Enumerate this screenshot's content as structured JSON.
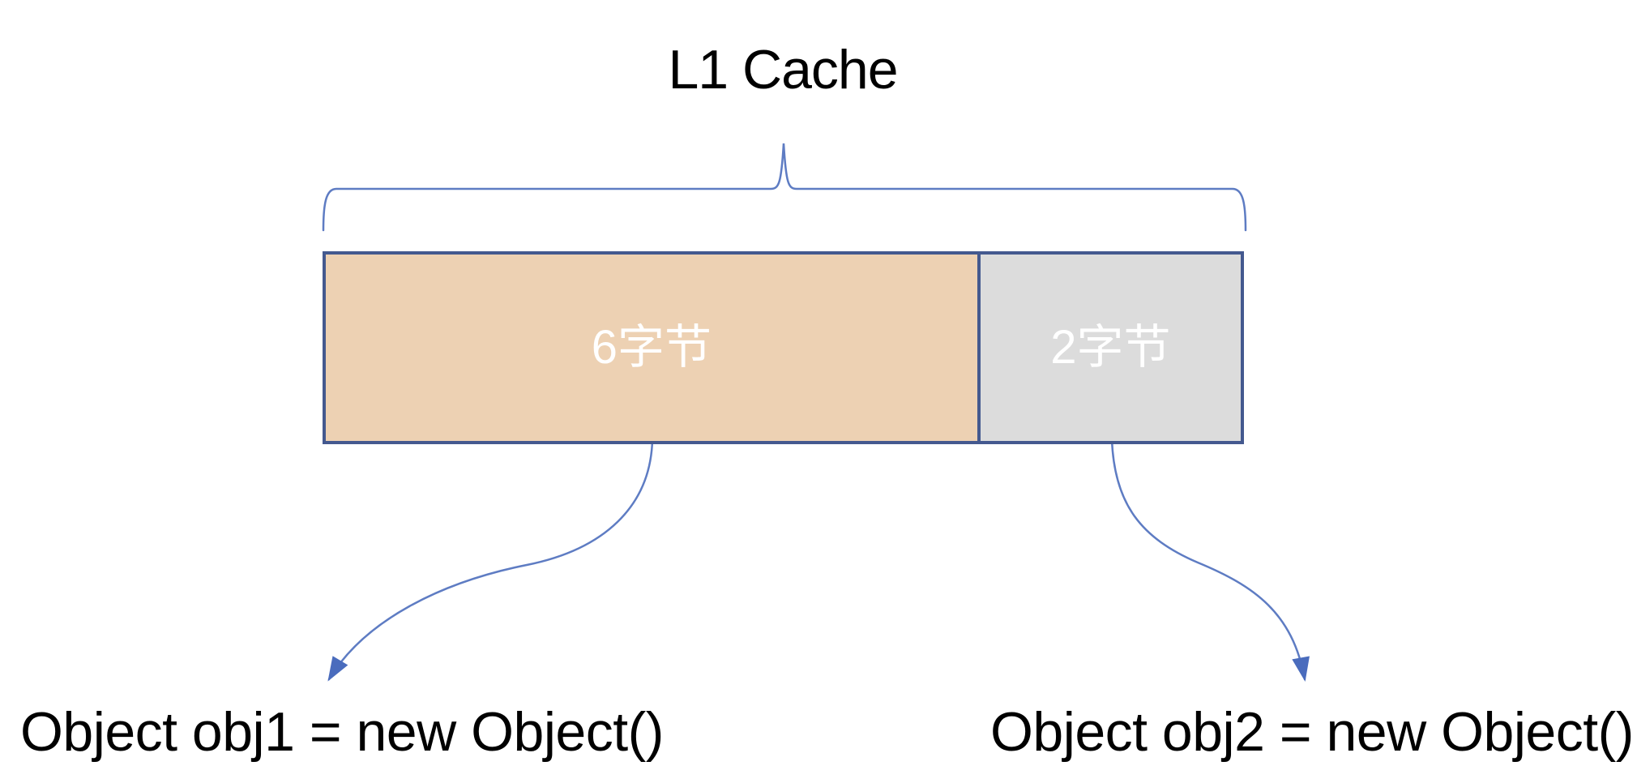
{
  "title": "L1 Cache",
  "cache_box": {
    "segments": [
      {
        "label": "6字节",
        "bytes": 6,
        "fill": "#edd1b3"
      },
      {
        "label": "2字节",
        "bytes": 2,
        "fill": "#dcdcdc"
      }
    ],
    "border_color": "#44598f",
    "label_color": "#ffffff"
  },
  "annotations": {
    "obj1_label": "Object obj1 = new Object()",
    "obj2_label": "Object obj2 = new Object()"
  },
  "colors": {
    "brace": "#5e7cc3",
    "connector": "#5e7cc3",
    "arrowhead": "#4a6cbd",
    "text": "#000000",
    "background": "#ffffff"
  }
}
